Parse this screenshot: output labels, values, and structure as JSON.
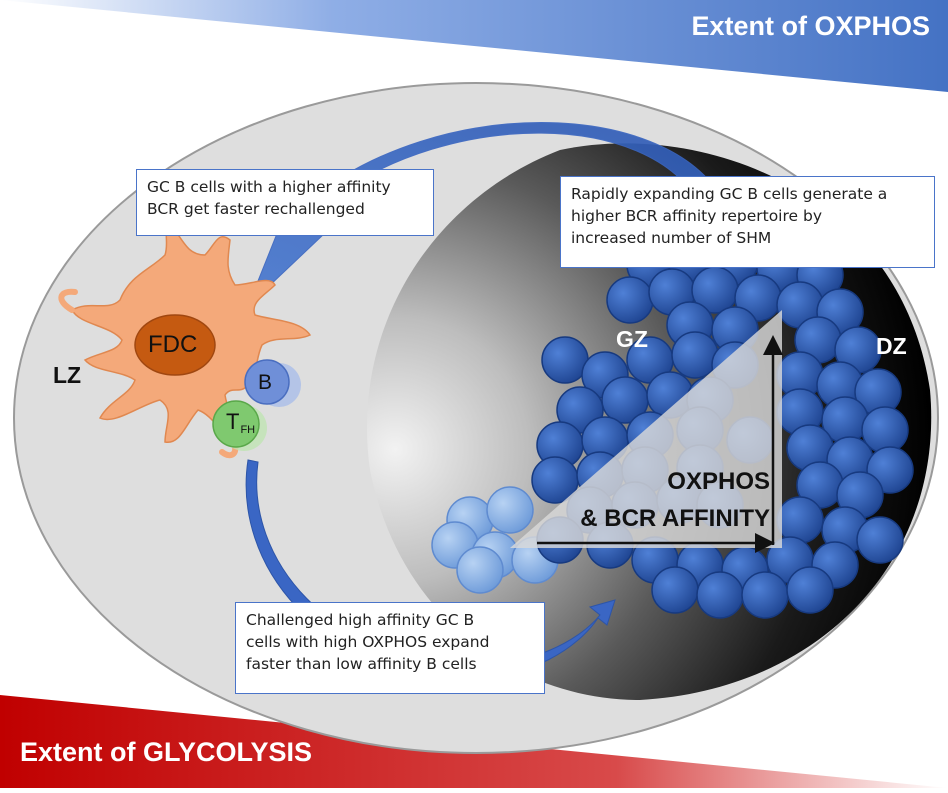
{
  "banners": {
    "top_title": "Extent of OXPHOS",
    "top_color": "#4472c4",
    "bottom_title": "Extent of GLYCOLYSIS",
    "bottom_color": "#c00000"
  },
  "zones": {
    "light_zone": "LZ",
    "grey_zone": "GZ",
    "dark_zone": "DZ"
  },
  "cells": {
    "fdc": "FDC",
    "b_cell": "B",
    "tfh_main": "T",
    "tfh_sub": "FH"
  },
  "notes": {
    "rechallenge": [
      "GC B cells with a higher affinity",
      "BCR get faster rechallenged"
    ],
    "expanding": [
      "Rapidly expanding GC B cells generate a",
      "higher BCR affinity repertoire by",
      "increased number of SHM"
    ],
    "challenged": [
      "Challenged high affinity GC B",
      "cells with high OXPHOS expand",
      "faster than low affinity B cells"
    ]
  },
  "triangle": {
    "line1": "OXPHOS",
    "line2": "& BCR AFFINITY"
  },
  "colors": {
    "fdc_body": "#f4a97a",
    "fdc_nucleus": "#c55a11",
    "b_cell": "#6f8fd8",
    "tfh_cell": "#7fc96f",
    "gc_cell": "#2f5db3",
    "arrow": "#3a66c4"
  }
}
